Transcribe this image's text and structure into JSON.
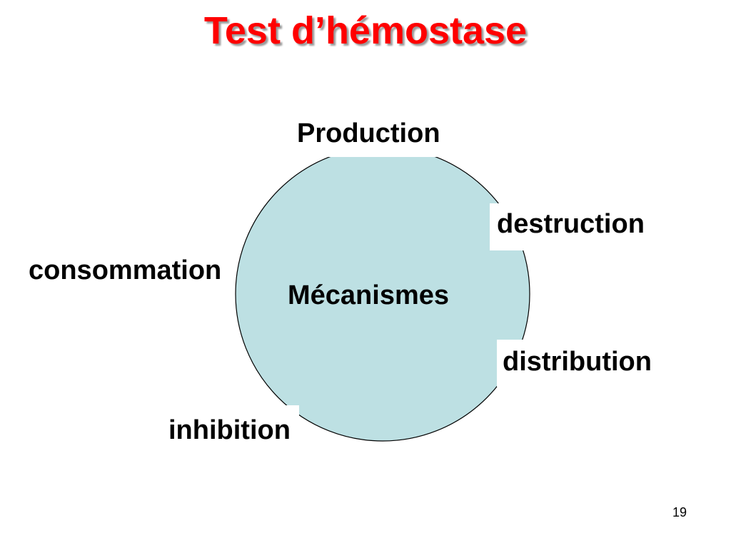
{
  "slide": {
    "title": "Test d’hémostase",
    "page_number": "19"
  },
  "diagram": {
    "center": "Mécanismes",
    "circle_fill": "#bde0e3",
    "circle_stroke": "#000000",
    "labels": {
      "top": "Production",
      "upper_right": "destruction",
      "left": "consommation",
      "lower_right": "distribution",
      "lower_left": "inhibition"
    }
  },
  "colors": {
    "title": "#ff0000",
    "text": "#000000",
    "background": "#ffffff"
  }
}
